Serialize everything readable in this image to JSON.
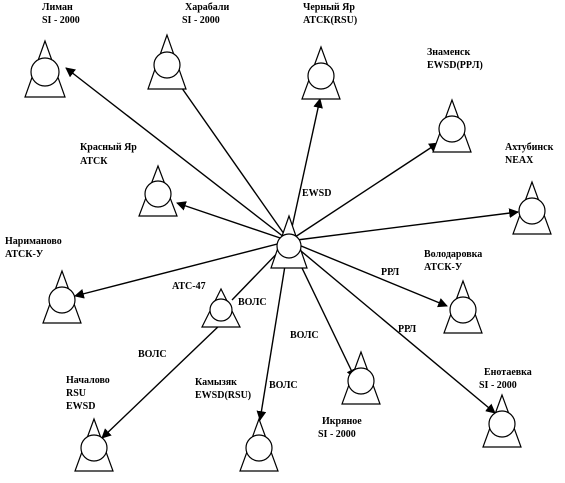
{
  "hub": {
    "id": "hub",
    "label": "EWSD"
  },
  "nodes": [
    {
      "id": "liman",
      "lines": [
        "Лиман",
        "SI - 2000"
      ]
    },
    {
      "id": "harabali",
      "lines": [
        "Харабали",
        "SI - 2000"
      ]
    },
    {
      "id": "cherny-yar",
      "lines": [
        "Черный Яр",
        "АТСК(RSU)"
      ]
    },
    {
      "id": "znamensk",
      "lines": [
        "Знаменск",
        "EWSD(PPЛ)"
      ]
    },
    {
      "id": "krasny-yar",
      "lines": [
        "Красный Яр",
        "АТСК"
      ]
    },
    {
      "id": "ahtubinsk",
      "lines": [
        "Ахтубинск",
        "NEAX"
      ]
    },
    {
      "id": "narimanovo",
      "lines": [
        "Нариманово",
        "АТСК-У"
      ]
    },
    {
      "id": "volodarovka",
      "lines": [
        "Володаровка",
        "АТСК-У"
      ]
    },
    {
      "id": "ats47",
      "lines": [
        "АТС-47"
      ]
    },
    {
      "id": "nachalovo",
      "lines": [
        "Началово",
        "RSU",
        "EWSD"
      ]
    },
    {
      "id": "kamyzyak",
      "lines": [
        "Камызяк",
        "EWSD(RSU)"
      ]
    },
    {
      "id": "ikryanoe",
      "lines": [
        "Икряное",
        "SI - 2000"
      ]
    },
    {
      "id": "enotaevka",
      "lines": [
        "Енотаевка",
        "SI - 2000"
      ]
    }
  ],
  "links": [
    {
      "from": "hub",
      "to": "liman",
      "label": ""
    },
    {
      "from": "hub",
      "to": "harabali",
      "label": ""
    },
    {
      "from": "hub",
      "to": "cherny-yar",
      "label": ""
    },
    {
      "from": "hub",
      "to": "znamensk",
      "label": ""
    },
    {
      "from": "hub",
      "to": "krasny-yar",
      "label": ""
    },
    {
      "from": "hub",
      "to": "ahtubinsk",
      "label": ""
    },
    {
      "from": "hub",
      "to": "narimanovo",
      "label": ""
    },
    {
      "from": "hub",
      "to": "volodarovka",
      "label": "РРЛ"
    },
    {
      "from": "hub",
      "to": "ats47",
      "label": "ВОЛС"
    },
    {
      "from": "ats47",
      "to": "nachalovo",
      "label": "ВОЛС"
    },
    {
      "from": "hub",
      "to": "kamyzyak",
      "label": "ВОЛС"
    },
    {
      "from": "hub",
      "to": "ikryanoe",
      "label": "ВОЛС"
    },
    {
      "from": "hub",
      "to": "enotaevka",
      "label": "РРЛ"
    }
  ]
}
